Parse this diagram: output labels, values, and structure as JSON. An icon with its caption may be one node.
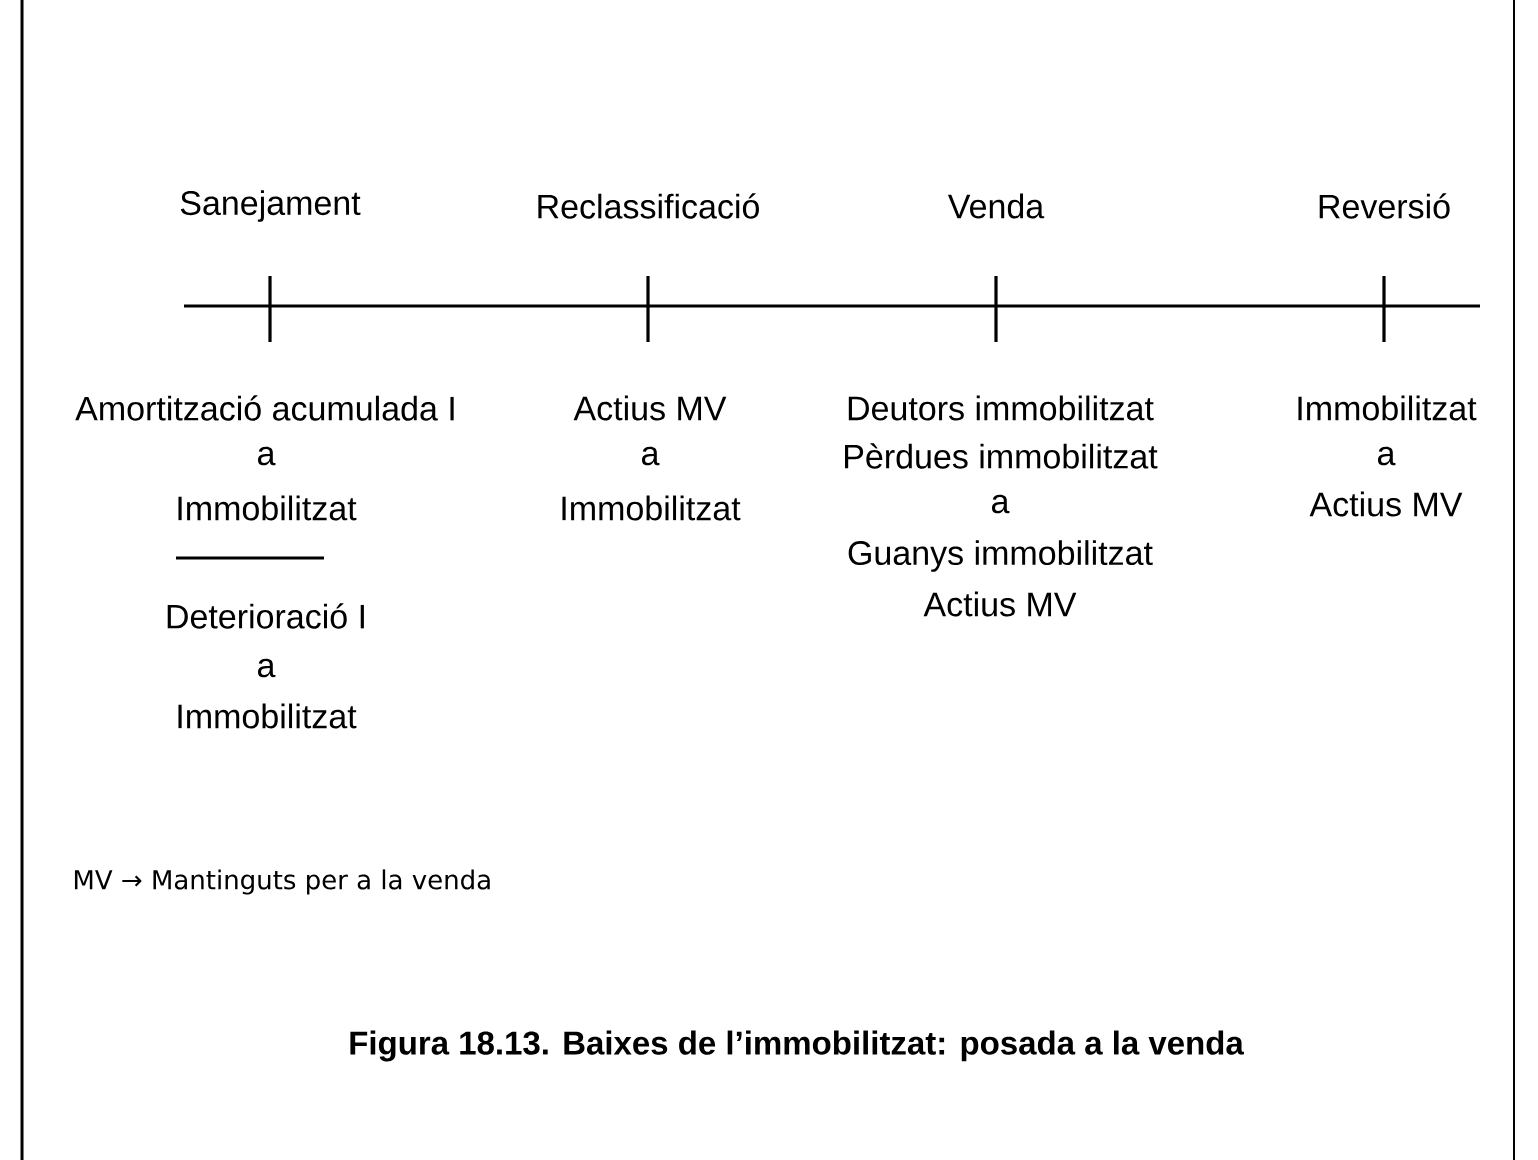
{
  "diagram": {
    "caption": "Figura 18.13. Baixes de l’immobilitzat: posada a la venda",
    "labels": [
      "Sanejament",
      "Reclassificació",
      "Venda",
      "Reversió",
      "Amortització acumulada I",
      "a",
      "Immobilitzat",
      "Deterioració I",
      "a",
      "Immobilitzat",
      "Actius MV",
      "a",
      "Immobilitzat",
      "Deutors immobilitzat",
      "Pèrdues immobilitzat",
      "a",
      "Guanys immobilitzat",
      "Actius MV",
      "Immobilitzat",
      "a",
      "Actius MV",
      "MV → Mantinguts per a la venda"
    ]
  }
}
